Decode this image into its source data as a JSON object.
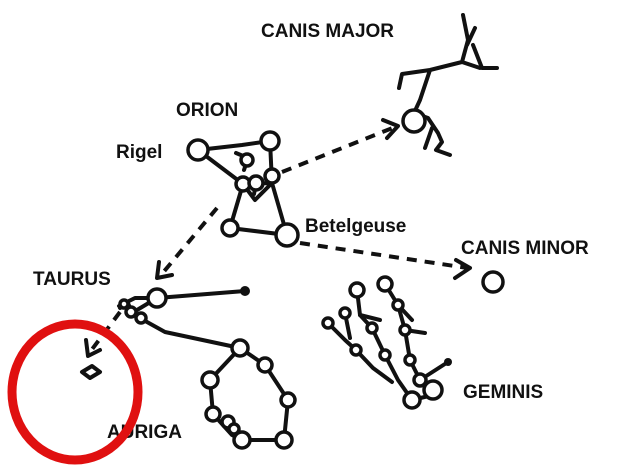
{
  "labels": {
    "canis_major": "CANIS MAJOR",
    "orion": "ORION",
    "rigel": "Rigel",
    "betelgeuse": "Betelgeuse",
    "canis_minor": "CANIS MINOR",
    "taurus": "TAURUS",
    "geminis": "GEMINIS",
    "auriga": "AURIGA"
  },
  "colors": {
    "ink": "#111111",
    "highlight_circle": "#e01010",
    "background": "#ffffff"
  }
}
